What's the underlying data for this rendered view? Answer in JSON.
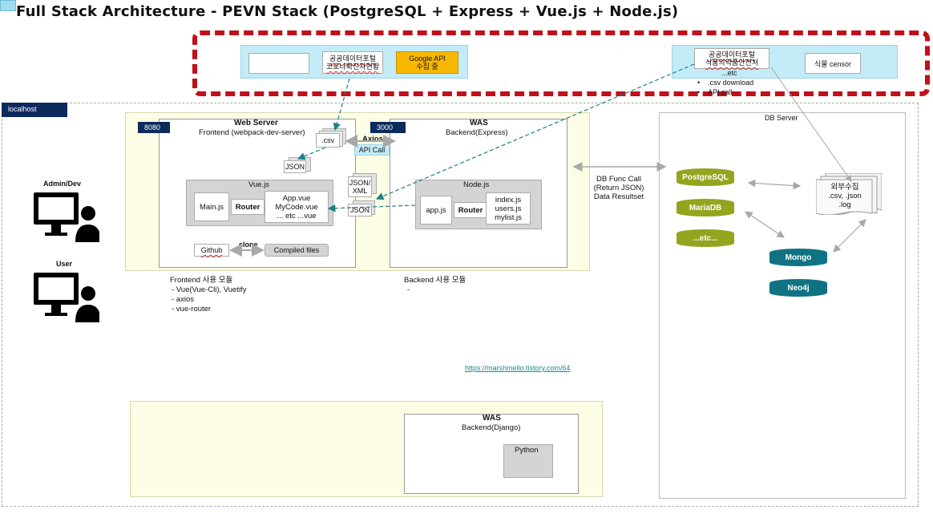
{
  "title": "Full Stack Architecture - PEVN Stack (PostgreSQL + Express + Vue.js + Node.js)",
  "external": {
    "left_panel": {
      "box2": "공공데이터포털\n코로나확진자현황",
      "google": "Google API\n수집 중"
    },
    "right_panel": {
      "box1": "공공데이터포털\n식품의약품안전처",
      "etc": "...etc",
      "censor": "식물 censor",
      "bullet1": ".csv download",
      "bullet2": "API call"
    }
  },
  "localhost": "localhost",
  "actors": {
    "admin": "Admin/Dev",
    "user": "User"
  },
  "frontend": {
    "port": "8080",
    "title": "Web Server",
    "subtitle": "Frontend (webpack-dev-server)",
    "csv": ".csv",
    "json": "JSON",
    "vue_title": "Vue.js",
    "main_js": "Main.js",
    "router": "Router",
    "app_files": "App.vue\nMyCode.vue\n... etc ...vue",
    "github": "Github",
    "clone": "clone",
    "compiled": "Compiled files"
  },
  "middle": {
    "axios": "Axios",
    "api_call": "API Call",
    "json_xml": "JSON/\nXML",
    "json": "JSON"
  },
  "backend": {
    "port": "3000",
    "title": "WAS",
    "subtitle": "Backend(Express)",
    "node_title": "Node.js",
    "app_js": "app.js",
    "router": "Router",
    "files": "index.js\nusers.js\nmylist.js"
  },
  "db_call": "DB Func Call\n(Return JSON)\nData Resultset",
  "frontend_modules": {
    "heading": "Frontend 사용 모듈",
    "items": [
      "- Vue(Vue-Cli), Vuetify",
      "- axios",
      "- vue-router"
    ]
  },
  "backend_modules": {
    "heading": "Backend 사용 모듈",
    "items": [
      "-"
    ]
  },
  "link": "https://marshmello.tistory.com/64",
  "db_server": {
    "title": "DB Server",
    "postgres": "PostgreSQL",
    "maria": "MariaDB",
    "etc": "...etc...",
    "mongo": "Mongo",
    "neo4j": "Neo4j",
    "external_collect": "외부수집\n.csv, .json\n.log"
  },
  "django": {
    "title": "WAS",
    "subtitle": "Backend(Django)",
    "python": "Python"
  },
  "colors": {
    "navy": "#0c2a5c",
    "teal_arrow": "#1f7f86",
    "red_dash": "#c0101a",
    "cyan": "#c3ecf8",
    "olive": "#93a51e",
    "teal_db": "#0f7383"
  }
}
